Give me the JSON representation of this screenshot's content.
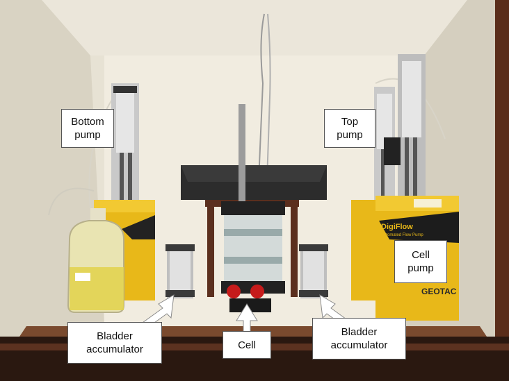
{
  "labels": {
    "bottom_pump": [
      "Bottom",
      "pump"
    ],
    "top_pump": [
      "Top",
      "pump"
    ],
    "cell_pump": [
      "Cell",
      "pump"
    ],
    "bladder_left": [
      "Bladder",
      "accumulator"
    ],
    "cell": [
      "Cell"
    ],
    "bladder_right": [
      "Bladder",
      "accumulator"
    ]
  },
  "device_text": {
    "brand": "GEOTAC",
    "product": "DigiFlow",
    "product_sub": "Automated Flow Pump"
  },
  "colors": {
    "pump_yellow": "#e8b819",
    "wall": "#efe9dc",
    "wood": "#6b3a24",
    "label_bg": "#ffffff"
  }
}
